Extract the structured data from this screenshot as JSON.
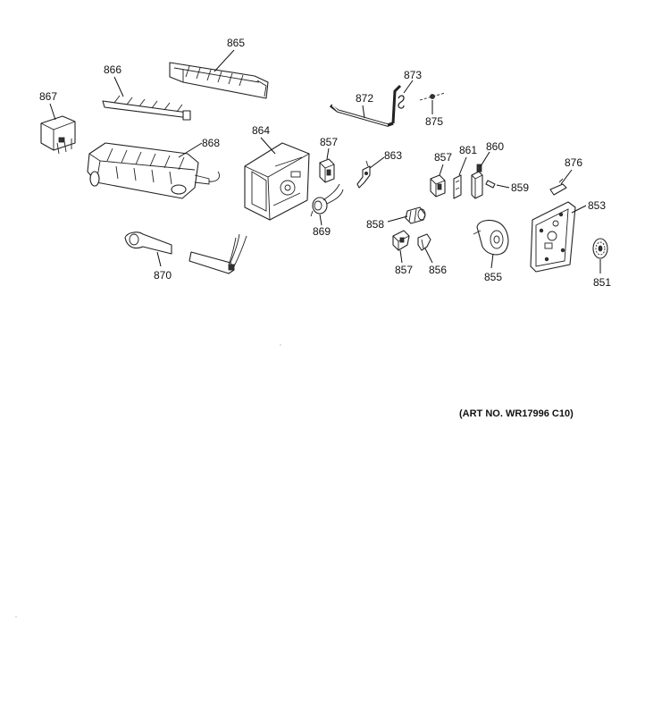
{
  "labels": {
    "p851": "851",
    "p853": "853",
    "p855": "855",
    "p856": "856",
    "p857a": "857",
    "p857b": "857",
    "p857c": "857",
    "p858": "858",
    "p859": "859",
    "p860": "860",
    "p861": "861",
    "p863": "863",
    "p864": "864",
    "p865": "865",
    "p866": "866",
    "p867": "867",
    "p868": "868",
    "p869": "869",
    "p870": "870",
    "p872": "872",
    "p873": "873",
    "p875": "875",
    "p876": "876"
  },
  "art_number": "(ART NO. WR17996 C10)"
}
